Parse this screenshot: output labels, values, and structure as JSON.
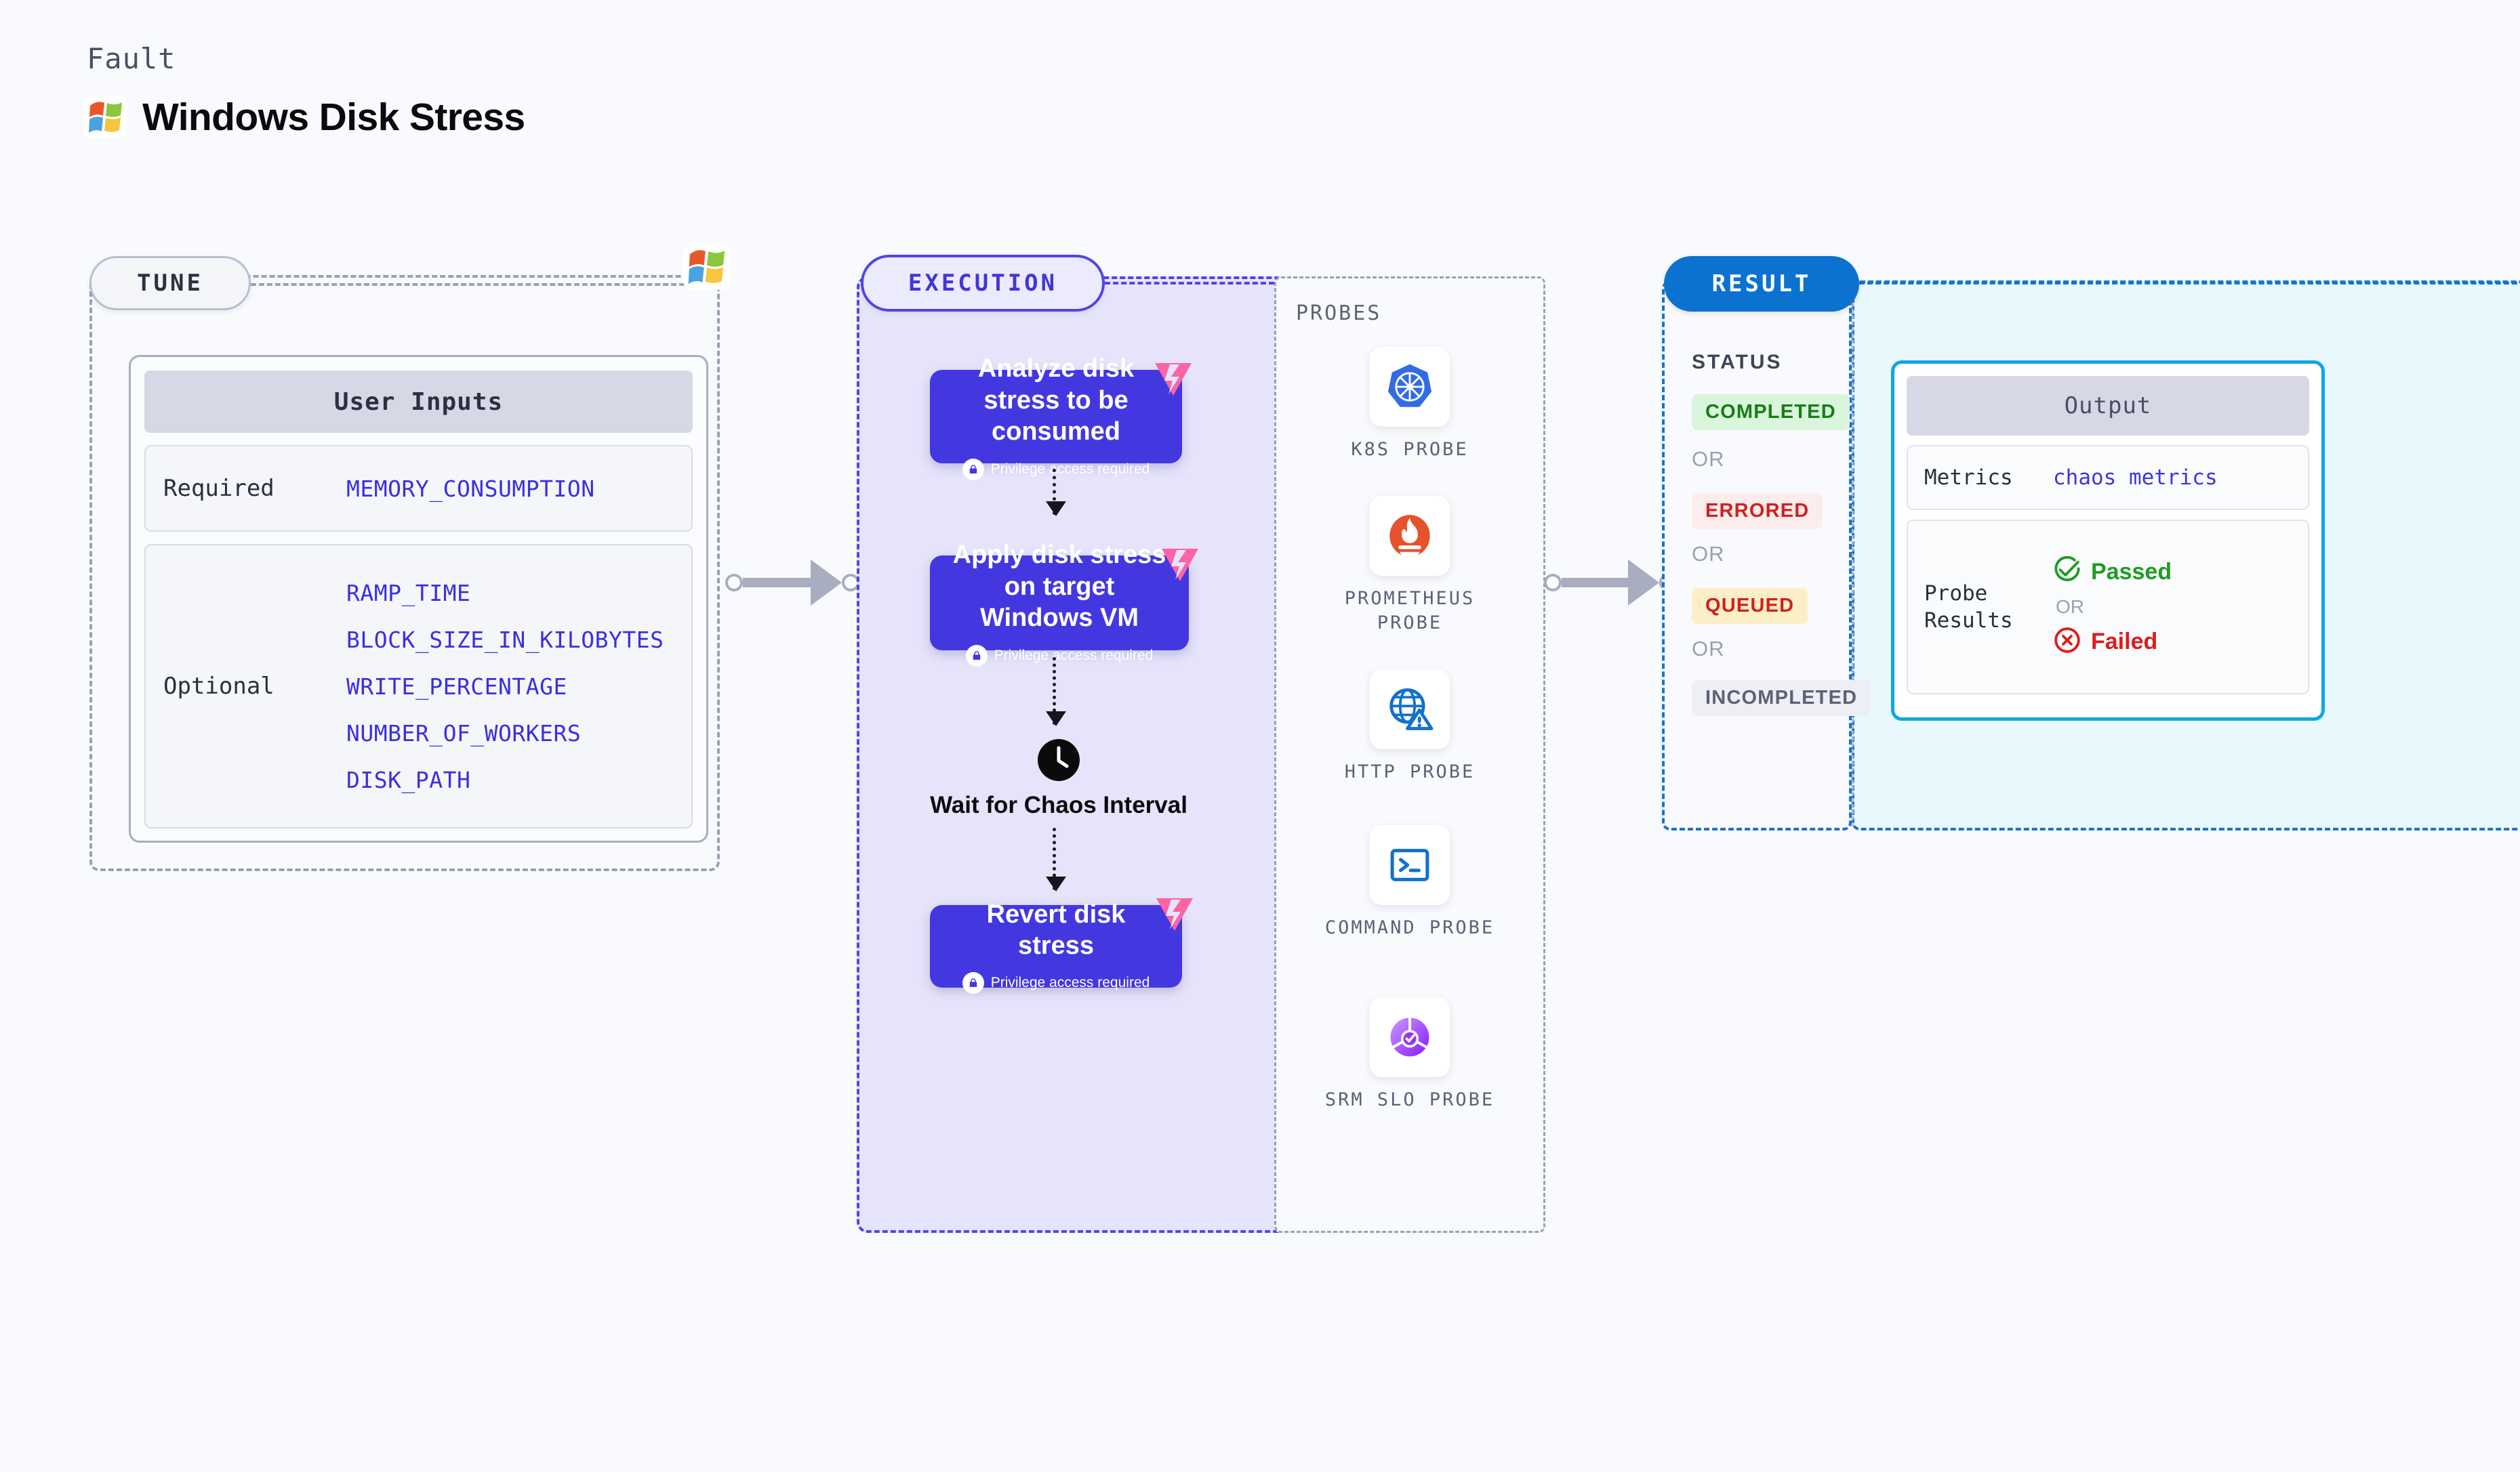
{
  "header": {
    "kicker": "Fault",
    "title": "Windows Disk Stress",
    "logo_icon": "windows-logo-icon"
  },
  "tune": {
    "badge": "TUNE",
    "logo_icon": "windows-logo-icon",
    "user_inputs": {
      "title": "User Inputs",
      "rows": [
        {
          "label": "Required",
          "params": [
            "MEMORY_CONSUMPTION"
          ]
        },
        {
          "label": "Optional",
          "params": [
            "RAMP_TIME",
            "BLOCK_SIZE_IN_KILOBYTES",
            "WRITE_PERCENTAGE",
            "NUMBER_OF_WORKERS",
            "DISK_PATH"
          ]
        }
      ]
    }
  },
  "execution": {
    "badge": "EXECUTION",
    "steps": [
      {
        "title": "Analyze disk stress to be consumed",
        "privilege": "Privilege access required",
        "badge_icon": "litmus-chaos-icon",
        "lock_icon": "lock-icon"
      },
      {
        "title": "Apply disk stress on target Windows VM",
        "privilege": "Privilege access required",
        "badge_icon": "litmus-chaos-icon",
        "lock_icon": "lock-icon"
      },
      {
        "title": "Revert disk stress",
        "privilege": "Privilege access required",
        "badge_icon": "litmus-chaos-icon",
        "lock_icon": "lock-icon"
      }
    ],
    "wait": {
      "label": "Wait for Chaos Interval",
      "icon": "clock-icon"
    }
  },
  "probes": {
    "title": "PROBES",
    "items": [
      {
        "label": "K8S PROBE",
        "icon": "kubernetes-icon"
      },
      {
        "label": "PROMETHEUS PROBE",
        "icon": "prometheus-icon"
      },
      {
        "label": "HTTP PROBE",
        "icon": "http-globe-warning-icon"
      },
      {
        "label": "COMMAND PROBE",
        "icon": "terminal-icon"
      },
      {
        "label": "SRM SLO PROBE",
        "icon": "srm-slo-gauge-icon"
      }
    ]
  },
  "result": {
    "badge": "RESULT",
    "status_title": "STATUS",
    "or_label": "OR",
    "statuses": [
      {
        "label": "COMPLETED",
        "bg": "#d9f5dc",
        "fg": "#177d17"
      },
      {
        "label": "ERRORED",
        "bg": "#fdecec",
        "fg": "#d02020"
      },
      {
        "label": "QUEUED",
        "bg": "#fcefc7",
        "fg": "#d02020"
      },
      {
        "label": "INCOMPLETED",
        "bg": "#eeeff5",
        "fg": "#5c6276"
      }
    ],
    "output": {
      "title": "Output",
      "metrics_label": "Metrics",
      "metrics_value": "chaos metrics",
      "probe_results_label": "Probe Results",
      "passed_label": "Passed",
      "failed_label": "Failed",
      "or_label": "OR",
      "passed_icon": "check-circle-icon",
      "failed_icon": "x-circle-icon"
    }
  },
  "colors": {
    "page_bg": "#f9fafd",
    "exec_accent": "#4f46e5",
    "exec_card": "#4338e0",
    "result_accent": "#0b72d0",
    "output_accent": "#0fa8e0",
    "param_blue": "#3b2ee0",
    "litmus_pink": "#fc64a4"
  }
}
